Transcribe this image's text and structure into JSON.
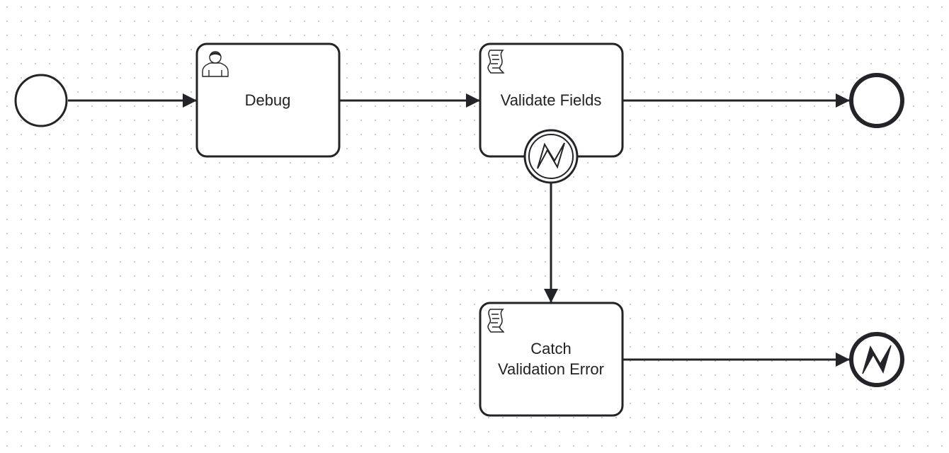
{
  "diagram": {
    "colors": {
      "stroke": "#22242a",
      "fill": "#ffffff"
    },
    "start_event": {
      "icon": "none"
    },
    "tasks": {
      "debug": {
        "label": "Debug",
        "icon": "user-icon"
      },
      "validate": {
        "label": "Validate Fields",
        "icon": "script-icon"
      },
      "catch": {
        "label_line1": "Catch",
        "label_line2": "Validation Error",
        "icon": "script-icon"
      }
    },
    "boundary_event": {
      "icon": "error-icon",
      "type": "error boundary"
    },
    "end_events": {
      "plain": {
        "icon": "none"
      },
      "error": {
        "icon": "error-icon"
      }
    }
  }
}
